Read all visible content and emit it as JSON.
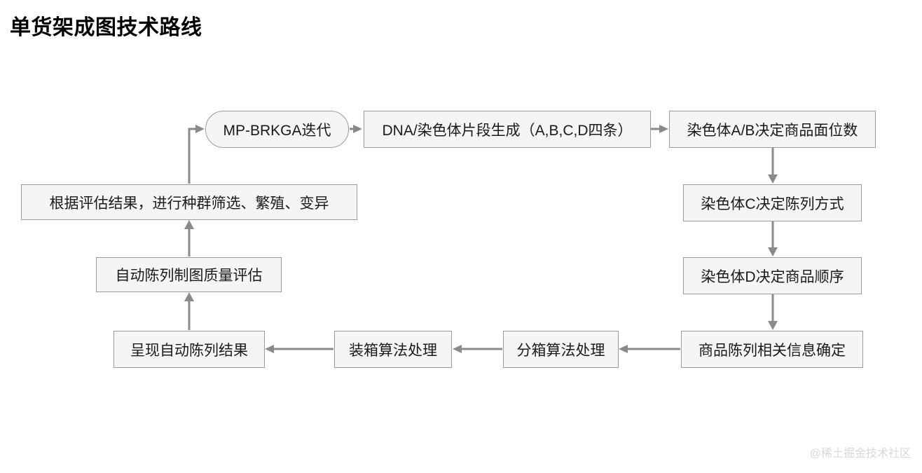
{
  "page": {
    "title": "单货架成图技术路线",
    "watermark": "@稀土掘金技术社区",
    "background_color": "#ffffff"
  },
  "theme": {
    "node_fill": "#f5f5f5",
    "node_border": "#9b9b9b",
    "edge_color": "#8a8a8a",
    "text_color": "#1a1a1a",
    "title_color": "#000000",
    "watermark_color": "#d8d8d8"
  },
  "chart_data": {
    "type": "diagram",
    "title": "单货架成图技术路线",
    "layout": "cyclic flowchart, clockwise loop",
    "nodes": [
      {
        "id": "mp_brkga",
        "label": "MP-BRKGA迭代",
        "shape": "pill",
        "row": "top"
      },
      {
        "id": "dna_gen",
        "label": "DNA/染色体片段生成（A,B,C,D四条）",
        "shape": "rect",
        "row": "top"
      },
      {
        "id": "chr_ab",
        "label": "染色体A/B决定商品面位数",
        "shape": "rect",
        "row": "top"
      },
      {
        "id": "chr_c",
        "label": "染色体C决定陈列方式",
        "shape": "rect",
        "row": "right"
      },
      {
        "id": "chr_d",
        "label": "染色体D决定商品顺序",
        "shape": "rect",
        "row": "right"
      },
      {
        "id": "info_fixed",
        "label": "商品陈列相关信息确定",
        "shape": "rect",
        "row": "bottom"
      },
      {
        "id": "bin_split",
        "label": "分箱算法处理",
        "shape": "rect",
        "row": "bottom"
      },
      {
        "id": "bin_pack",
        "label": "装箱算法处理",
        "shape": "rect",
        "row": "bottom"
      },
      {
        "id": "present",
        "label": "呈现自动陈列结果",
        "shape": "rect",
        "row": "bottom"
      },
      {
        "id": "quality",
        "label": "自动陈列制图质量评估",
        "shape": "rect",
        "row": "left"
      },
      {
        "id": "evolve",
        "label": "根据评估结果，进行种群筛选、繁殖、变异",
        "shape": "rect",
        "row": "left"
      }
    ],
    "edges": [
      {
        "from": "mp_brkga",
        "to": "dna_gen",
        "direction": "right"
      },
      {
        "from": "dna_gen",
        "to": "chr_ab",
        "direction": "right"
      },
      {
        "from": "chr_ab",
        "to": "chr_c",
        "direction": "down"
      },
      {
        "from": "chr_c",
        "to": "chr_d",
        "direction": "down"
      },
      {
        "from": "chr_d",
        "to": "info_fixed",
        "direction": "down"
      },
      {
        "from": "info_fixed",
        "to": "bin_split",
        "direction": "left"
      },
      {
        "from": "bin_split",
        "to": "bin_pack",
        "direction": "left"
      },
      {
        "from": "bin_pack",
        "to": "present",
        "direction": "left"
      },
      {
        "from": "present",
        "to": "quality",
        "direction": "up"
      },
      {
        "from": "quality",
        "to": "evolve",
        "direction": "up"
      },
      {
        "from": "evolve",
        "to": "mp_brkga",
        "direction": "up-right elbow"
      }
    ]
  }
}
